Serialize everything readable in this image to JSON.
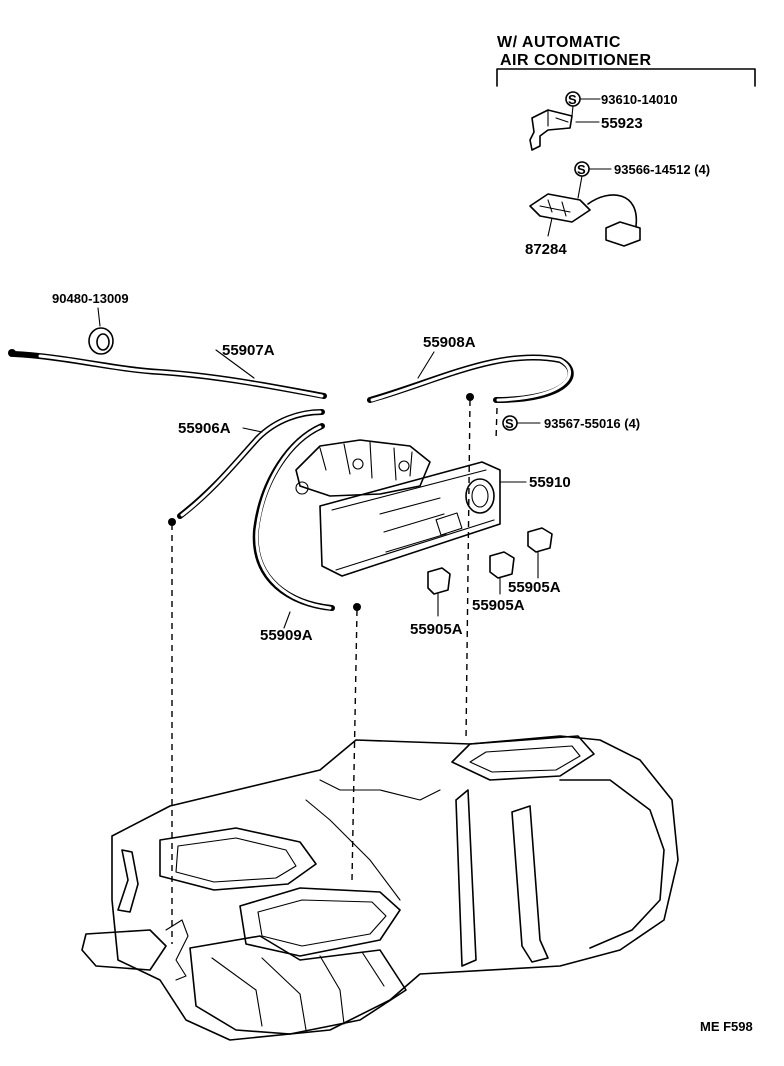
{
  "header": {
    "line1": "W/ AUTOMATIC",
    "line2": "AIR  CONDITIONER"
  },
  "labels": {
    "p93610": "93610-14010",
    "p55923": "55923",
    "p93566": "93566-14512 (4)",
    "p87284": "87284",
    "p90480": "90480-13009",
    "p55907A": "55907A",
    "p55908A": "55908A",
    "p55906A": "55906A",
    "p93567": "93567-55016 (4)",
    "p55910": "55910",
    "p55905A_1": "55905A",
    "p55905A_2": "55905A",
    "p55905A_3": "55905A",
    "p55909A": "55909A"
  },
  "symbols": {
    "standard_part": "S"
  },
  "footer": {
    "code": "ME  F598"
  }
}
